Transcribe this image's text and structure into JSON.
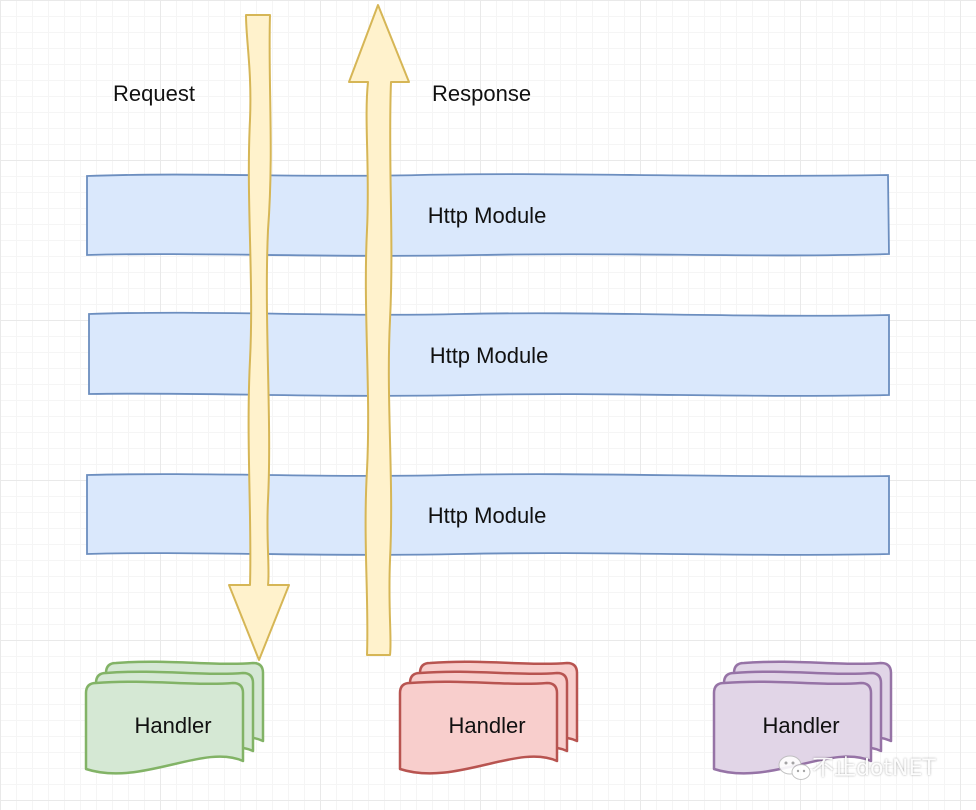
{
  "labels": {
    "request": "Request",
    "response": "Response"
  },
  "modules": [
    "Http Module",
    "Http Module",
    "Http Module"
  ],
  "handlers": [
    {
      "label": "Handler",
      "fill": "#d5e8d4",
      "stroke": "#82b366"
    },
    {
      "label": "Handler",
      "fill": "#f8cecc",
      "stroke": "#b85450"
    },
    {
      "label": "Handler",
      "fill": "#e1d5e7",
      "stroke": "#9673a6"
    }
  ],
  "colors": {
    "module_fill": "#dae8fc",
    "module_stroke": "#6c8ebf",
    "arrow_fill": "#fff2cc",
    "arrow_stroke": "#d6b656"
  },
  "watermark": {
    "text": "不止dotNET",
    "icon": "wechat-icon"
  }
}
